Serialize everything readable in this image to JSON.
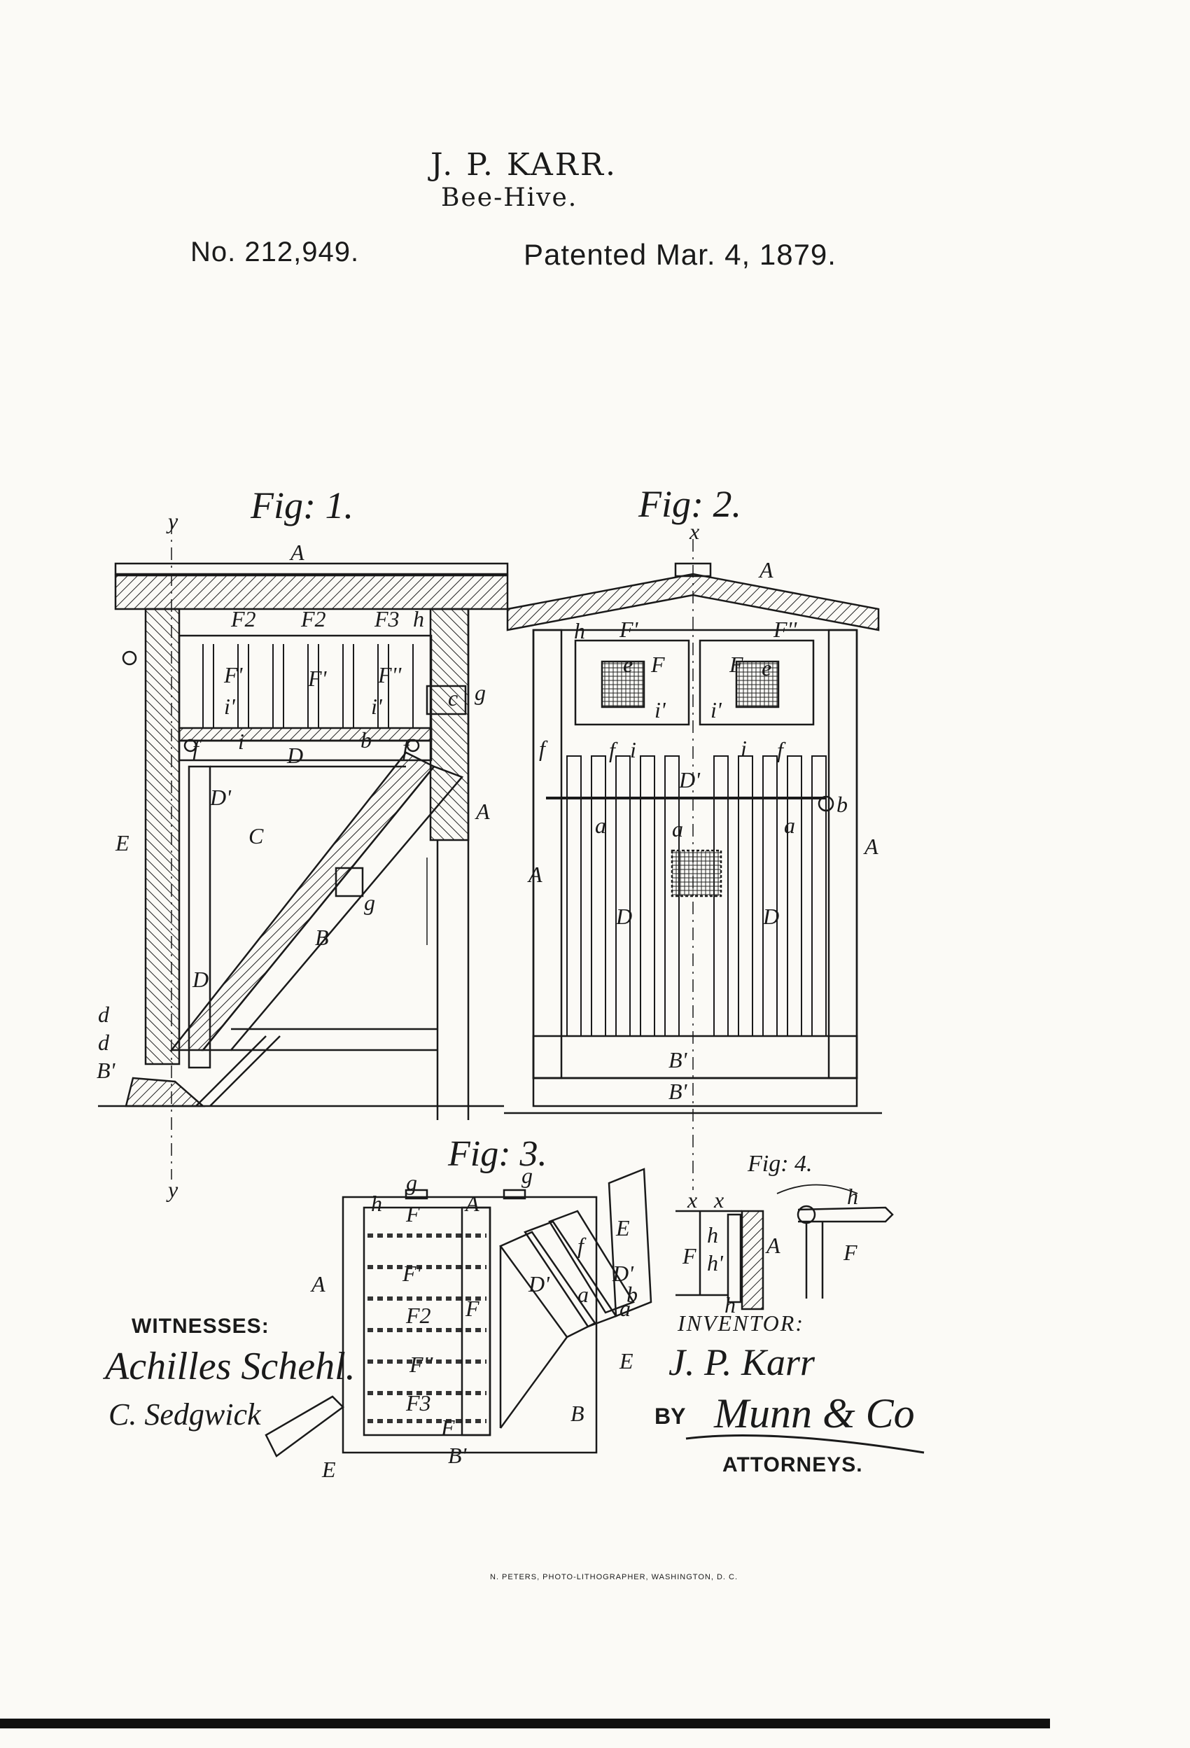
{
  "header": {
    "inventor_name": "J. P. KARR.",
    "invention": "Bee-Hive.",
    "patent_number": "No. 212,949.",
    "patent_date": "Patented Mar. 4, 1879."
  },
  "figures": {
    "fig1_label": "Fig: 1.",
    "fig2_label": "Fig: 2.",
    "fig3_label": "Fig: 3.",
    "fig4_label": "Fig: 4."
  },
  "reference_letters": {
    "A": "A",
    "B": "B",
    "B1": "B'",
    "C": "C",
    "D": "D",
    "D1": "D'",
    "E": "E",
    "F": "F",
    "F1": "F'",
    "F11": "F''",
    "F2": "F2",
    "F3": "F3",
    "a": "a",
    "b": "b",
    "c": "c",
    "d": "d",
    "e": "e",
    "f": "f",
    "g": "g",
    "h": "h",
    "h1": "h'",
    "i": "i",
    "i1": "i'",
    "x": "x",
    "y": "y"
  },
  "witnesses": {
    "label": "WITNESSES:",
    "signature_1": "Achilles Schehl.",
    "signature_2": "C. Sedgwick"
  },
  "inventor": {
    "label": "INVENTOR:",
    "signature": "J. P. Karr"
  },
  "attorneys": {
    "by_label": "BY",
    "signature": "Munn & Co",
    "label": "ATTORNEYS."
  },
  "footer": {
    "lithographer": "N. PETERS, PHOTO-LITHOGRAPHER, WASHINGTON, D. C."
  }
}
